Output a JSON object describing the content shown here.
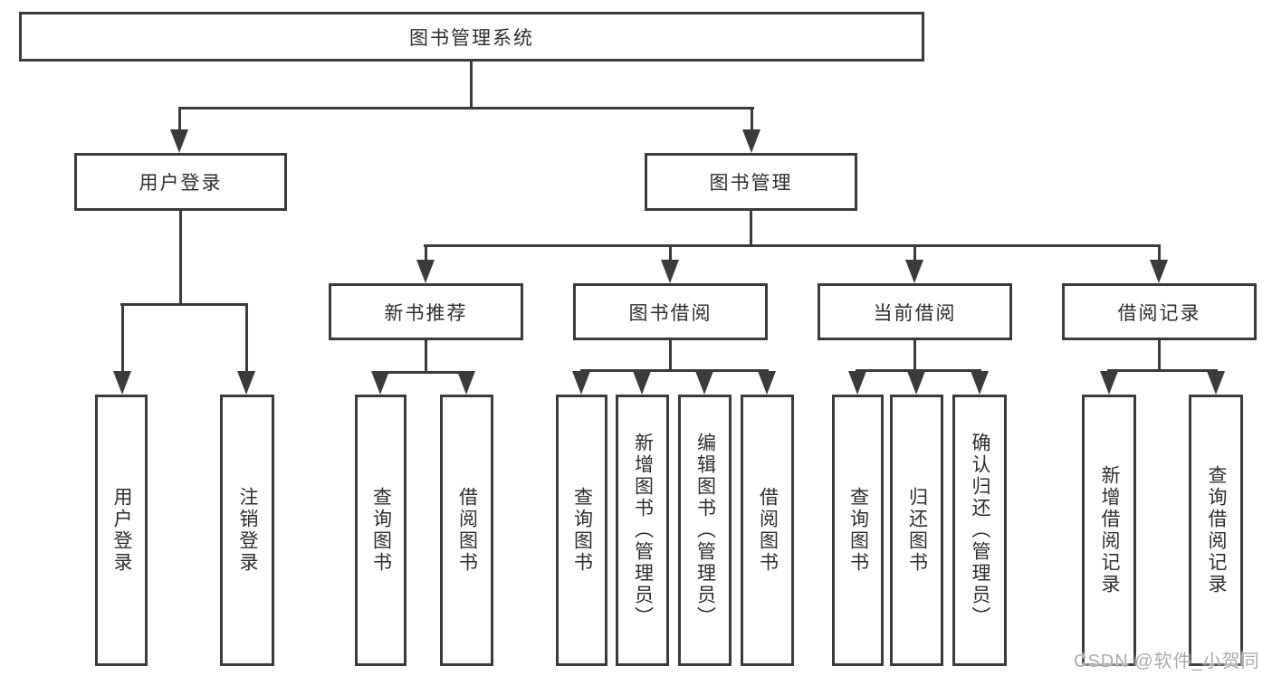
{
  "colors": {
    "line": "#3b3b3b",
    "text": "#2e2e2e",
    "background": "#ffffff",
    "watermark": "#acacac"
  },
  "watermark": "CSDN @软件_小贺同学",
  "tree": {
    "root": "图书管理系统",
    "branches": [
      {
        "label": "用户登录",
        "leaves": [
          "用户登录",
          "注销登录"
        ]
      },
      {
        "label": "图书管理",
        "groups": [
          {
            "label": "新书推荐",
            "leaves": [
              "查询图书",
              "借阅图书"
            ]
          },
          {
            "label": "图书借阅",
            "leaves": [
              "查询图书",
              "新增图书（管理员）",
              "编辑图书（管理员）",
              "借阅图书"
            ]
          },
          {
            "label": "当前借阅",
            "leaves": [
              "查询图书",
              "归还图书",
              "确认归还（管理员）"
            ]
          },
          {
            "label": "借阅记录",
            "leaves": [
              "新增借阅记录",
              "查询借阅记录"
            ]
          }
        ]
      }
    ]
  }
}
